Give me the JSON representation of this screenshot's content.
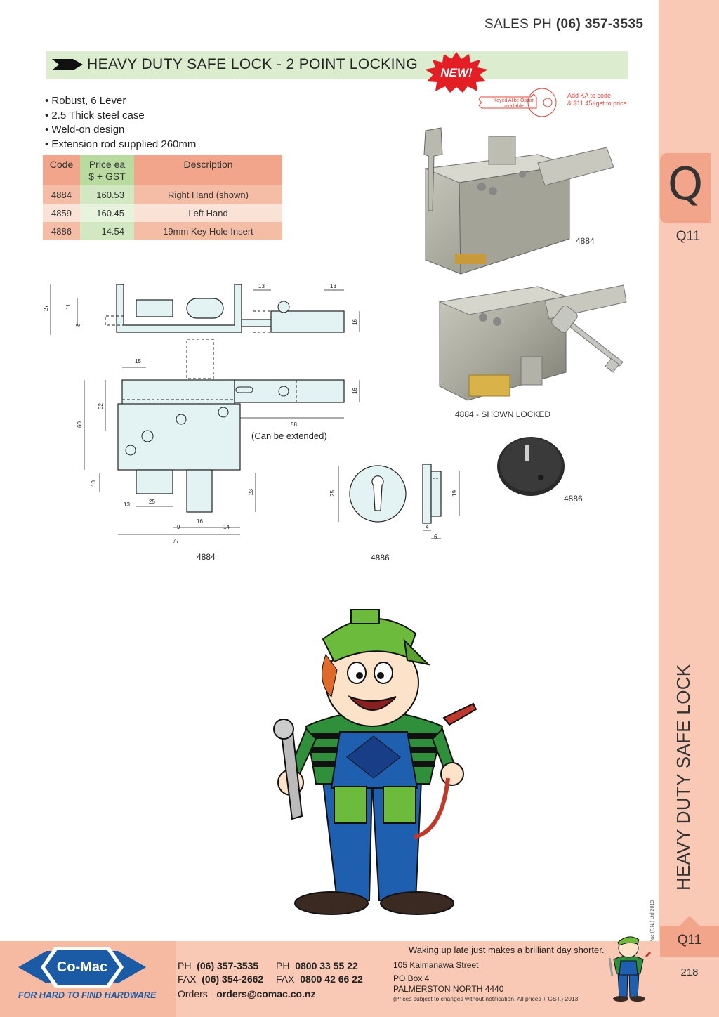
{
  "header": {
    "sales_label": "SALES  PH",
    "sales_phone": "(06) 357-3535"
  },
  "title": {
    "text": "HEAVY DUTY SAFE LOCK - 2 POINT LOCKING",
    "new_badge": "NEW!"
  },
  "features": [
    "Robust, 6 Lever",
    "2.5 Thick steel case",
    "Weld-on design",
    "Extension rod supplied 260mm"
  ],
  "keyed_alike": {
    "badge_line1": "Keyed Alike Option",
    "badge_line2": "available",
    "note_line1": "Add KA to code",
    "note_line2": "& $11.45+gst to price"
  },
  "price_table": {
    "headers": {
      "code": "Code",
      "price_line1": "Price ea",
      "price_line2": "$ + GST",
      "description": "Description"
    },
    "rows": [
      {
        "code": "4884",
        "price": "160.53",
        "description": "Right Hand (shown)"
      },
      {
        "code": "4859",
        "price": "160.45",
        "description": "Left Hand"
      },
      {
        "code": "4886",
        "price": "14.54",
        "description": "19mm Key Hole Insert"
      }
    ]
  },
  "photos": {
    "lock_caption": "4884",
    "locked_caption": "4884 - SHOWN LOCKED",
    "insert_caption": "4886"
  },
  "drawings": {
    "lock_caption": "4884",
    "insert_caption": "4886",
    "extend_note": "(Can be extended)",
    "dims_top": {
      "d27": "27",
      "d11": "11",
      "d8": "8",
      "d13a": "13",
      "d13b": "13",
      "d16a": "16"
    },
    "dims_main": {
      "d15": "15",
      "d16b": "16",
      "d32": "32",
      "d60": "60",
      "d58": "58",
      "d10": "10",
      "d13": "13",
      "d25": "25",
      "d23": "23",
      "d9": "9",
      "d16c": "16",
      "d14": "14",
      "d77": "77"
    },
    "dims_insert": {
      "d25": "25",
      "d19": "19",
      "d4": "4",
      "d6": "6"
    }
  },
  "side_tab": {
    "letter": "Q",
    "code_top": "Q11",
    "vertical_title": "HEAVY DUTY SAFE LOCK",
    "copyright": "© Co-Mac (P.N.) Ltd 2013",
    "code_bottom": "Q11",
    "page_number": "218"
  },
  "footer": {
    "slogan": "Waking up late just makes a brilliant day shorter.",
    "logo_text": "Co-Mac",
    "tagline": "FOR HARD TO FIND HARDWARE",
    "ph_label": "PH",
    "ph_value": "(06) 357-3535",
    "fax_label": "FAX",
    "fax_value": "(06) 354-2662",
    "ph2_label": "PH",
    "ph2_value": "0800 33 55 22",
    "fax2_label": "FAX",
    "fax2_value": "0800 42 66 22",
    "orders_label": "Orders -",
    "orders_value": "orders@comac.co.nz",
    "address_line1": "105 Kaimanawa Street",
    "address_line2": "PO Box 4",
    "address_line3": "PALMERSTON NORTH 4440",
    "disclaimer": "(Prices subject to changes without notification.  All prices + GST.)  2013"
  },
  "colors": {
    "side_strip": "#f9c9b5",
    "side_tab": "#f2a58a",
    "title_bar": "#dceccf",
    "new_badge": "#e31e24",
    "logo_blue": "#1b5aa5",
    "drawing_fill": "#e3f3f3"
  }
}
